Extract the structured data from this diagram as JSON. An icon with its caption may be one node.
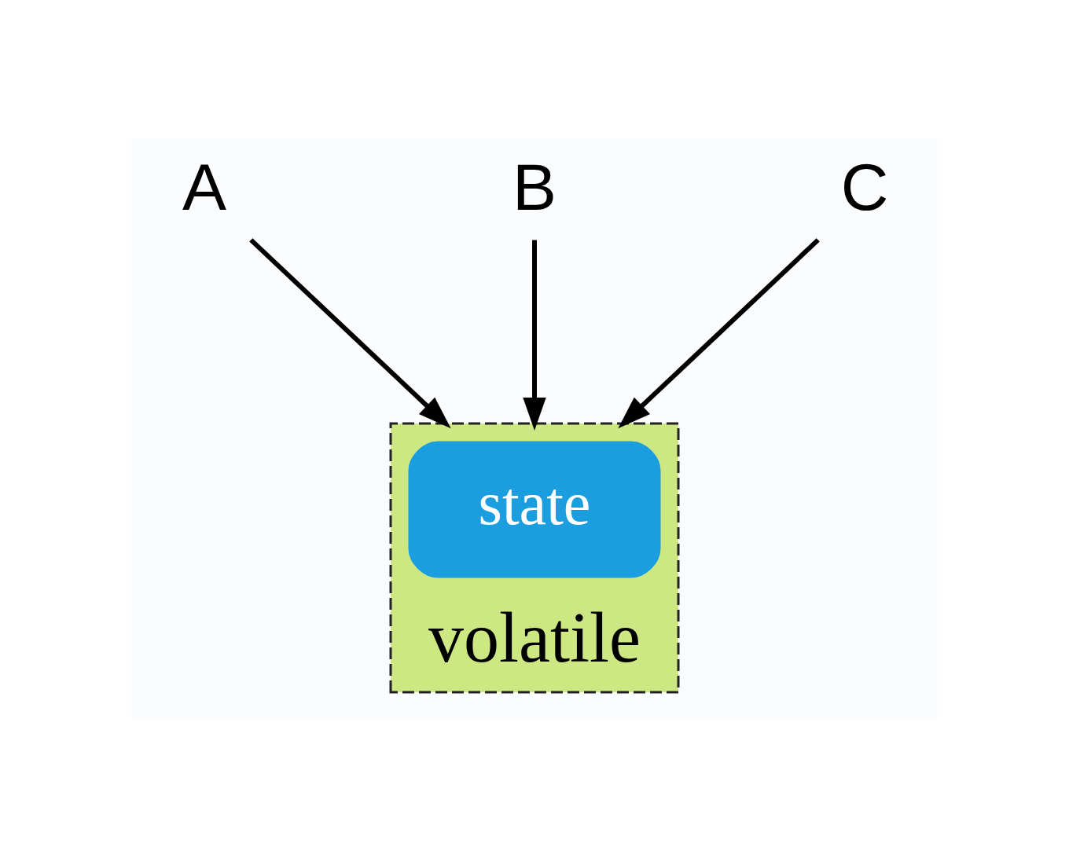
{
  "diagram": {
    "nodes": [
      {
        "text": [
          "A"
        ]
      },
      {
        "text": [
          "B"
        ]
      },
      {
        "text": [
          "C"
        ]
      },
      {
        "text": [
          "volatile"
        ]
      },
      {
        "text": [
          "state"
        ],
        "in": 3
      }
    ],
    "edges": [
      {
        "from": 0,
        "to": 3,
        "arrow": "to"
      },
      {
        "from": 1,
        "to": 3,
        "arrow": "to"
      },
      {
        "from": 2,
        "to": 3,
        "arrow": "to"
      }
    ]
  }
}
